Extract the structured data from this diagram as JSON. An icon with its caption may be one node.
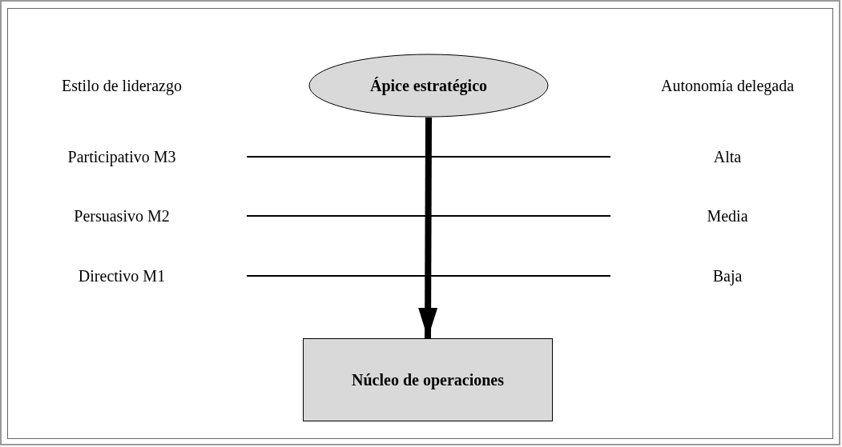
{
  "diagram": {
    "nodes": [
      {
        "text": [
          "Ápice estratégico"
        ]
      },
      {
        "text": [
          "Núcleo de operaciones"
        ]
      }
    ],
    "edges": [
      {
        "from": 0,
        "to": 1,
        "arrow": "to"
      }
    ],
    "labels": [
      "Estilo de liderazgo",
      "Autonomía delegada",
      "Participativo M3",
      "Alta",
      "Persuasivo M2",
      "Media",
      "Directivo M1",
      "Baja"
    ]
  }
}
